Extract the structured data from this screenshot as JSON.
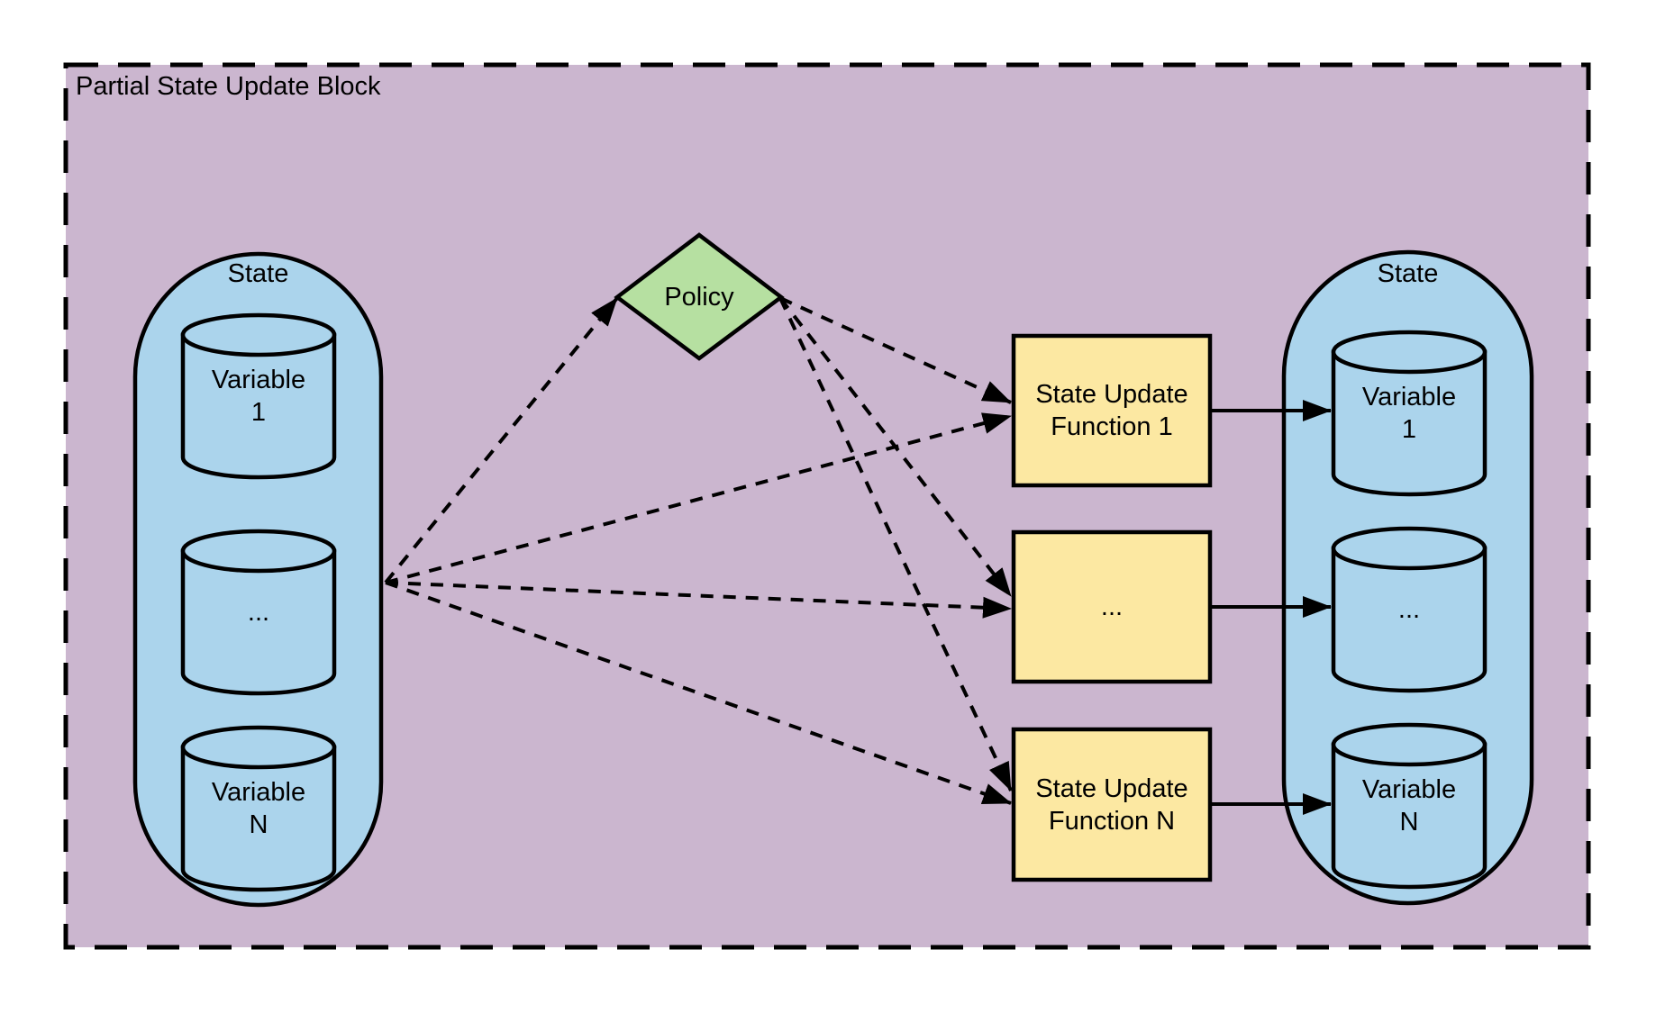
{
  "diagram": {
    "title": "Partial State Update Block",
    "left_state": {
      "label": "State",
      "variables": [
        "Variable\n1",
        "...",
        "Variable\nN"
      ]
    },
    "policy": {
      "label": "Policy"
    },
    "update_functions": [
      "State Update\nFunction 1",
      "...",
      "State Update\nFunction N"
    ],
    "right_state": {
      "label": "State",
      "variables": [
        "Variable\n1",
        "...",
        "Variable\nN"
      ]
    },
    "colors": {
      "block_fill": "#CBB6CF",
      "state_fill": "#ABD4EC",
      "policy_fill": "#B6E0A1",
      "function_fill": "#FCE8A2",
      "line": "#000000"
    }
  }
}
